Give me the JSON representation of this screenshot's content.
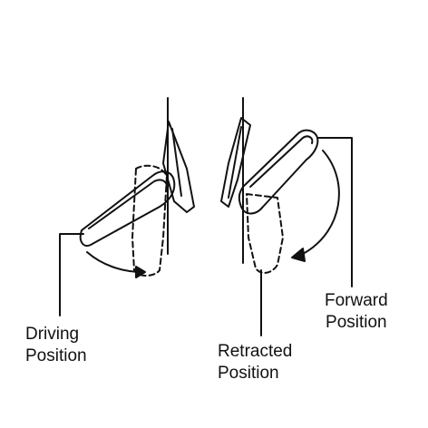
{
  "labels": {
    "driving": {
      "line1": "Driving",
      "line2": "Position"
    },
    "retracted": {
      "line1": "Retracted",
      "line2": "Position"
    },
    "forward": {
      "line1": "Forward",
      "line2": "Position"
    }
  },
  "colors": {
    "stroke": "#111111",
    "background": "#ffffff"
  }
}
